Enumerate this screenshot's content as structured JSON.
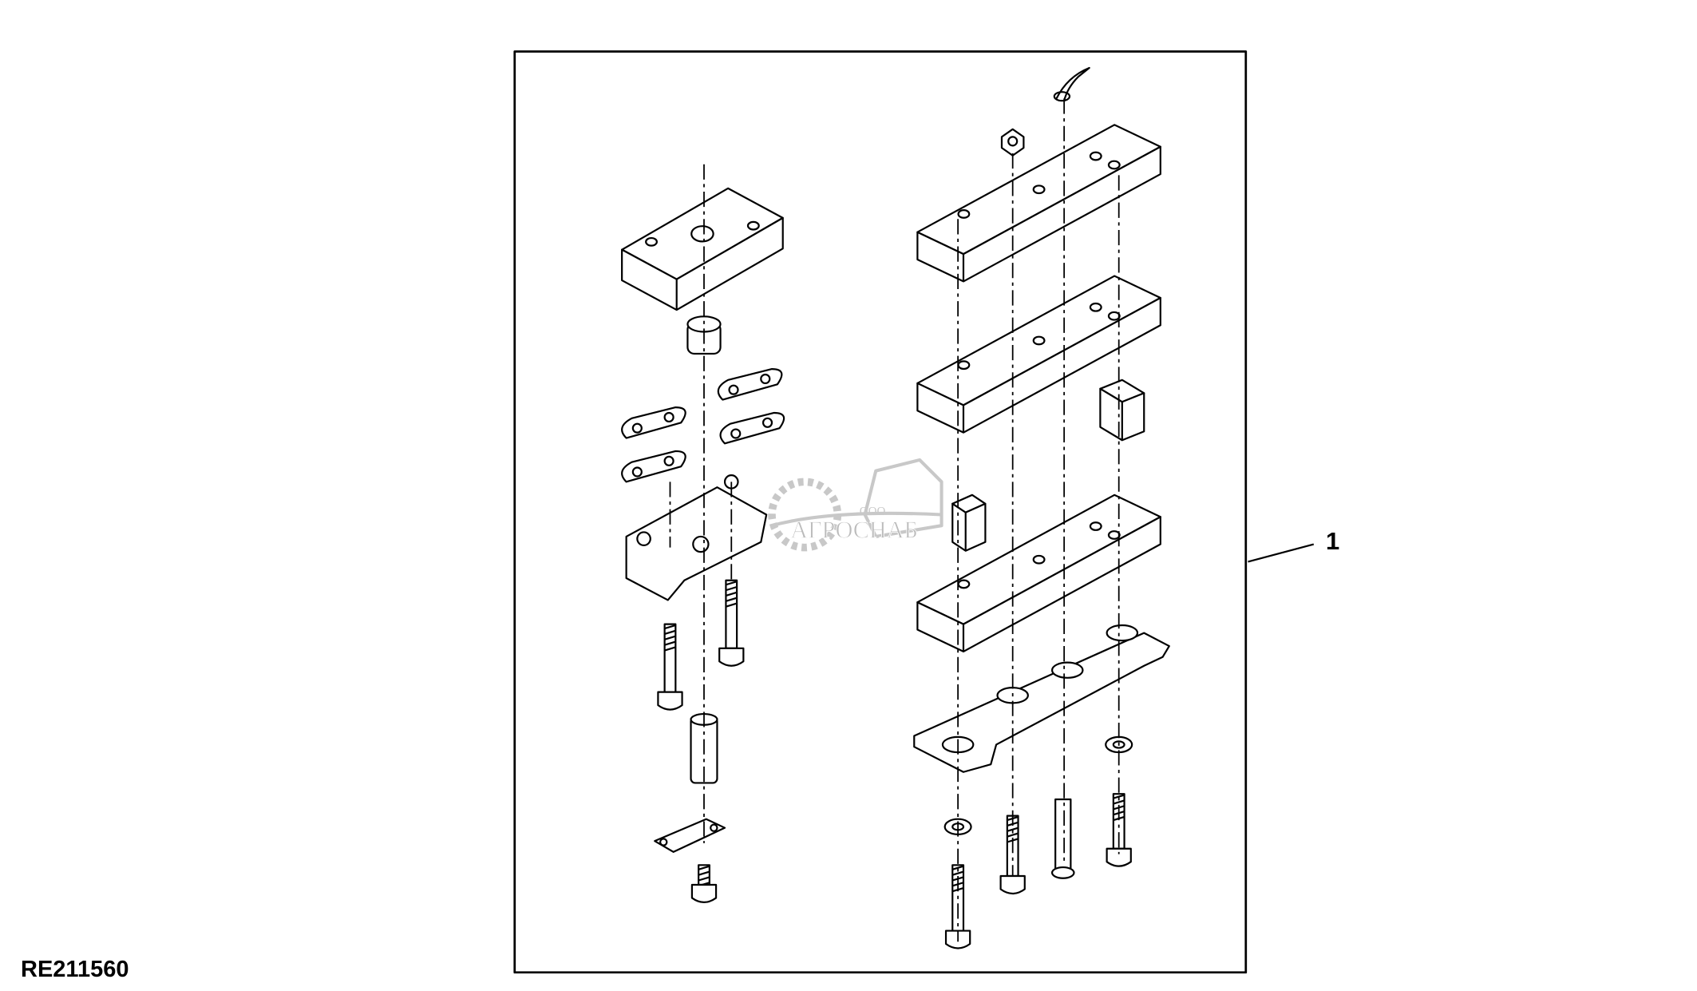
{
  "figure_id": "RE211560",
  "callouts": [
    {
      "label": "1"
    }
  ],
  "watermark": {
    "prefix": "ООО",
    "name": "АГРОСНАБ"
  },
  "colors": {
    "line": "#000000",
    "watermark": "#c8c8c8"
  }
}
